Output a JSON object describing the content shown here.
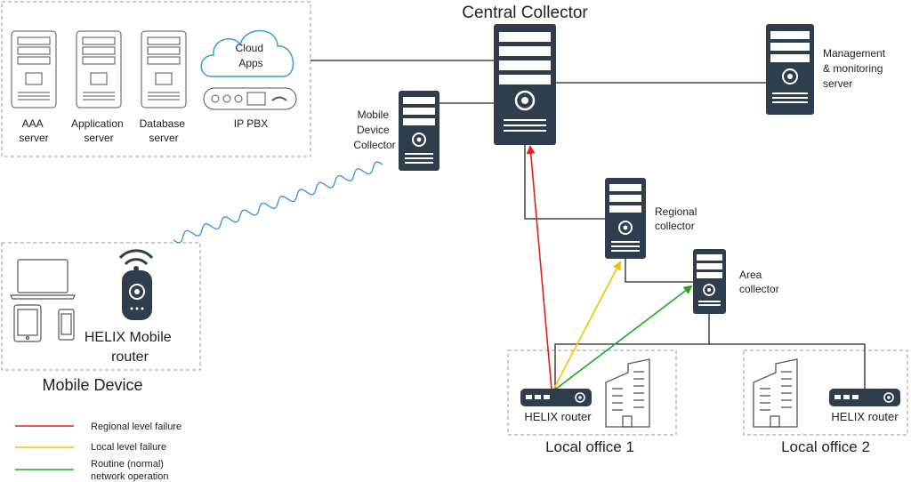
{
  "colors": {
    "device": "#2f3e4d",
    "slot": "#ffffff",
    "dash_box": "#999999",
    "cloud_stroke": "#3aa0c8",
    "wave": "#3a8fd6",
    "regional_failure": "#e0201e",
    "local_failure": "#f2c200",
    "routine": "#1fa81f",
    "link": "#222222"
  },
  "labels": {
    "central_collector": "Central Collector",
    "mgmt": [
      "Management",
      "& monitoring",
      "server"
    ],
    "mobile_collector": [
      "Mobile",
      "Device",
      "Collector"
    ],
    "regional_collector": [
      "Regional",
      "collector"
    ],
    "area_collector": [
      "Area",
      "collector"
    ],
    "aaa": [
      "AAA",
      "server"
    ],
    "application": [
      "Application",
      "server"
    ],
    "database": [
      "Database",
      "server"
    ],
    "cloud": [
      "Cloud",
      "Apps"
    ],
    "ip_pbx": "IP PBX",
    "mobile_router": [
      "HELIX Mobile",
      "router"
    ],
    "mobile_device": "Mobile Device",
    "helix_router_1": "HELIX router",
    "helix_router_2": "HELIX router",
    "local_office_1": "Local office 1",
    "local_office_2": "Local office 2"
  },
  "legend": [
    {
      "label": [
        "Regional level failure"
      ],
      "color_key": "regional_failure"
    },
    {
      "label": [
        "Local level failure"
      ],
      "color_key": "local_failure"
    },
    {
      "label": [
        "Routine (normal)",
        "network operation"
      ],
      "color_key": "routine"
    }
  ],
  "icons": [
    "server-tower-icon",
    "blade-server-icon",
    "cloud-icon",
    "ip-pbx-icon",
    "laptop-icon",
    "tablet-icon",
    "phone-icon",
    "mobile-router-icon",
    "helix-router-icon",
    "office-building-icon",
    "wireless-wave-icon"
  ]
}
